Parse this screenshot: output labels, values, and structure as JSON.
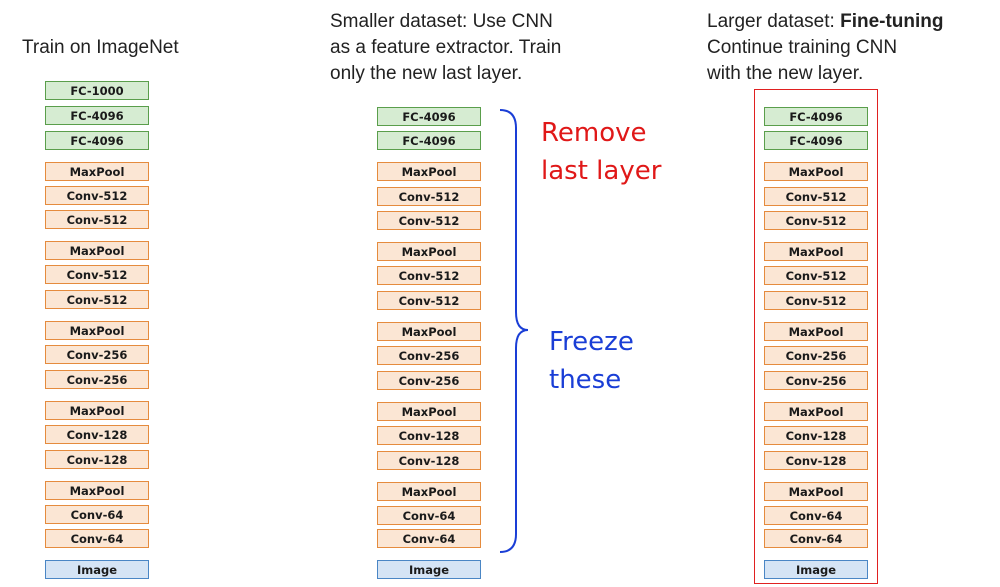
{
  "headings": {
    "left": "Train on ImageNet",
    "middle": [
      "Smaller dataset: Use CNN",
      "as a feature extractor. Train",
      "only the new last layer."
    ],
    "right_prefix": "Larger dataset: ",
    "right_bold": "Fine-tuning",
    "right_lines": [
      "Continue training CNN",
      "with the new layer."
    ]
  },
  "annotations": {
    "remove": [
      "Remove",
      "last layer"
    ],
    "freeze": [
      "Freeze",
      "these"
    ]
  },
  "colors": {
    "fc_fill": "#d6ecd2",
    "fc_border": "#5a9e4b",
    "conv_fill": "#fbe6d4",
    "conv_border": "#e58b3d",
    "image_fill": "#d5e4f5",
    "image_border": "#4a86c5",
    "remove_text": "#e01818",
    "freeze_text": "#1a3ed6",
    "frame": "#e02020"
  },
  "stacks": {
    "left": [
      {
        "label": "FC-1000",
        "kind": "fc"
      },
      {
        "label": "FC-4096",
        "kind": "fc"
      },
      {
        "label": "FC-4096",
        "kind": "fc"
      },
      {
        "label": "MaxPool",
        "kind": "pool"
      },
      {
        "label": "Conv-512",
        "kind": "conv"
      },
      {
        "label": "Conv-512",
        "kind": "conv"
      },
      {
        "label": "MaxPool",
        "kind": "pool"
      },
      {
        "label": "Conv-512",
        "kind": "conv"
      },
      {
        "label": "Conv-512",
        "kind": "conv"
      },
      {
        "label": "MaxPool",
        "kind": "pool"
      },
      {
        "label": "Conv-256",
        "kind": "conv"
      },
      {
        "label": "Conv-256",
        "kind": "conv"
      },
      {
        "label": "MaxPool",
        "kind": "pool"
      },
      {
        "label": "Conv-128",
        "kind": "conv"
      },
      {
        "label": "Conv-128",
        "kind": "conv"
      },
      {
        "label": "MaxPool",
        "kind": "pool"
      },
      {
        "label": "Conv-64",
        "kind": "conv"
      },
      {
        "label": "Conv-64",
        "kind": "conv"
      },
      {
        "label": "Image",
        "kind": "img"
      }
    ],
    "middle": [
      {
        "label": "FC-4096",
        "kind": "fc"
      },
      {
        "label": "FC-4096",
        "kind": "fc"
      },
      {
        "label": "MaxPool",
        "kind": "pool"
      },
      {
        "label": "Conv-512",
        "kind": "conv"
      },
      {
        "label": "Conv-512",
        "kind": "conv"
      },
      {
        "label": "MaxPool",
        "kind": "pool"
      },
      {
        "label": "Conv-512",
        "kind": "conv"
      },
      {
        "label": "Conv-512",
        "kind": "conv"
      },
      {
        "label": "MaxPool",
        "kind": "pool"
      },
      {
        "label": "Conv-256",
        "kind": "conv"
      },
      {
        "label": "Conv-256",
        "kind": "conv"
      },
      {
        "label": "MaxPool",
        "kind": "pool"
      },
      {
        "label": "Conv-128",
        "kind": "conv"
      },
      {
        "label": "Conv-128",
        "kind": "conv"
      },
      {
        "label": "MaxPool",
        "kind": "pool"
      },
      {
        "label": "Conv-64",
        "kind": "conv"
      },
      {
        "label": "Conv-64",
        "kind": "conv"
      },
      {
        "label": "Image",
        "kind": "img"
      }
    ],
    "right": [
      {
        "label": "FC-4096",
        "kind": "fc"
      },
      {
        "label": "FC-4096",
        "kind": "fc"
      },
      {
        "label": "MaxPool",
        "kind": "pool"
      },
      {
        "label": "Conv-512",
        "kind": "conv"
      },
      {
        "label": "Conv-512",
        "kind": "conv"
      },
      {
        "label": "MaxPool",
        "kind": "pool"
      },
      {
        "label": "Conv-512",
        "kind": "conv"
      },
      {
        "label": "Conv-512",
        "kind": "conv"
      },
      {
        "label": "MaxPool",
        "kind": "pool"
      },
      {
        "label": "Conv-256",
        "kind": "conv"
      },
      {
        "label": "Conv-256",
        "kind": "conv"
      },
      {
        "label": "MaxPool",
        "kind": "pool"
      },
      {
        "label": "Conv-128",
        "kind": "conv"
      },
      {
        "label": "Conv-128",
        "kind": "conv"
      },
      {
        "label": "MaxPool",
        "kind": "pool"
      },
      {
        "label": "Conv-64",
        "kind": "conv"
      },
      {
        "label": "Conv-64",
        "kind": "conv"
      },
      {
        "label": "Image",
        "kind": "img"
      }
    ]
  }
}
